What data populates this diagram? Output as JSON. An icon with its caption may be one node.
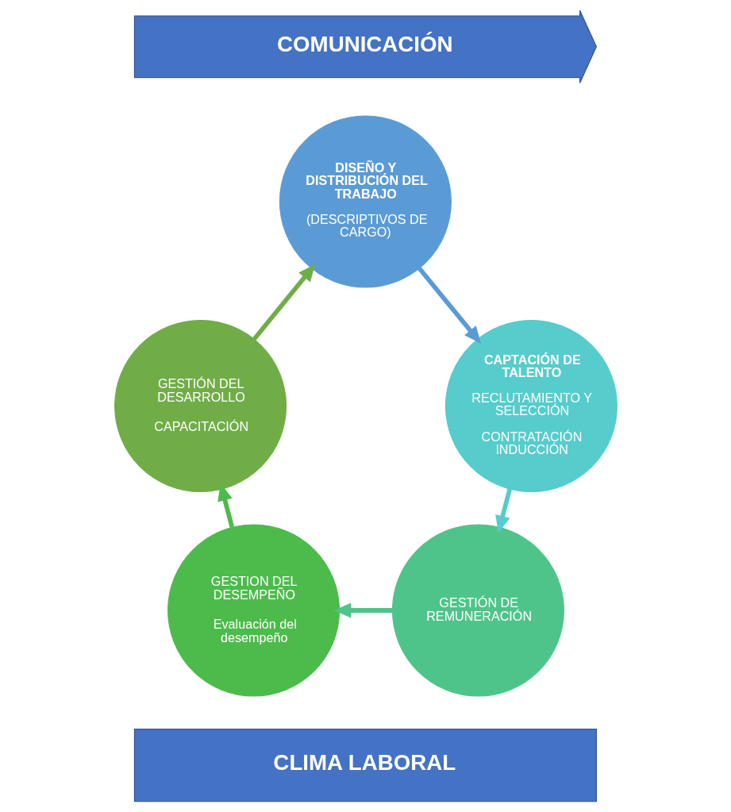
{
  "diagram": {
    "nodes": [
      {
        "text": [
          "COMUNICACIÓN"
        ]
      },
      {
        "text": [
          "DISEÑO Y DISTRIBUCIÓN DEL TRABAJO",
          "(DESCRIPTIVOS DE CARGO)"
        ]
      },
      {
        "text": [
          "CAPTACIÓN DE TALENTO",
          "RECLUTAMIENTO Y SELECCIÓN",
          "CONTRATACIÓN INDUCCIÓN"
        ]
      },
      {
        "text": [
          "GESTIÓN DE REMUNERACIÓN"
        ]
      },
      {
        "text": [
          "GESTION DEL DESEMPEÑO",
          "Evaluación del desempeño"
        ]
      },
      {
        "text": [
          "GESTIÓN DEL DESARROLLO",
          "CAPACITACIÓN"
        ]
      },
      {
        "text": [
          "CLIMA LABORAL"
        ]
      }
    ],
    "edges": [
      {
        "from": 1,
        "to": 2,
        "arrow": "to",
        "color": "#5b9bd5"
      },
      {
        "from": 2,
        "to": 3,
        "arrow": "to",
        "color": "#56cccc"
      },
      {
        "from": 3,
        "to": 4,
        "arrow": "to",
        "color": "#4fc48a"
      },
      {
        "from": 4,
        "to": 5,
        "arrow": "to",
        "color": "#4cbb4c"
      },
      {
        "from": 5,
        "to": 1,
        "arrow": "to",
        "color": "#70ad47"
      }
    ]
  }
}
